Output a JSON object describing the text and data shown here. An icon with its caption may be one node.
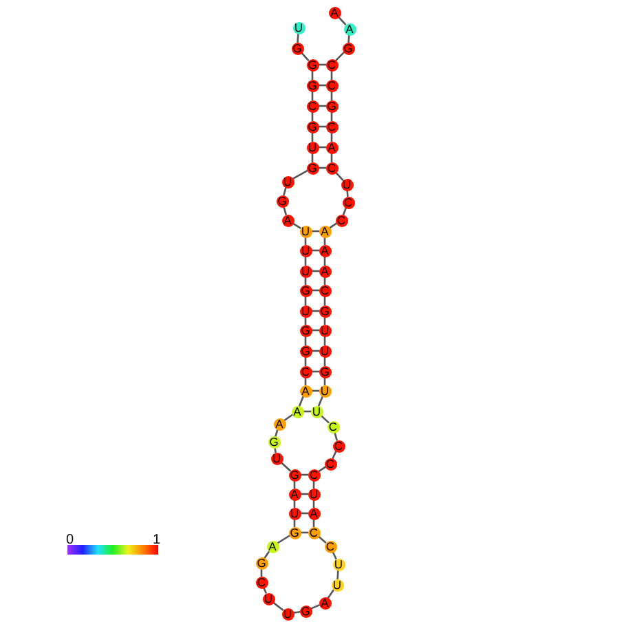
{
  "diagram": {
    "nodes": [
      {
        "text": [
          "U"
        ]
      },
      {
        "text": [
          "G"
        ]
      },
      {
        "text": [
          "G"
        ]
      },
      {
        "text": [
          "G"
        ]
      },
      {
        "text": [
          "C"
        ]
      },
      {
        "text": [
          "G"
        ]
      },
      {
        "text": [
          "U"
        ]
      },
      {
        "text": [
          "G"
        ]
      },
      {
        "text": [
          "U"
        ]
      },
      {
        "text": [
          "G"
        ]
      },
      {
        "text": [
          "A"
        ]
      },
      {
        "text": [
          "U"
        ]
      },
      {
        "text": [
          "U"
        ]
      },
      {
        "text": [
          "U"
        ]
      },
      {
        "text": [
          "G"
        ]
      },
      {
        "text": [
          "U"
        ]
      },
      {
        "text": [
          "G"
        ]
      },
      {
        "text": [
          "G"
        ]
      },
      {
        "text": [
          "C"
        ]
      },
      {
        "text": [
          "A"
        ]
      },
      {
        "text": [
          "A"
        ]
      },
      {
        "text": [
          "A"
        ]
      },
      {
        "text": [
          "G"
        ]
      },
      {
        "text": [
          "U"
        ]
      },
      {
        "text": [
          "G"
        ]
      },
      {
        "text": [
          "A"
        ]
      },
      {
        "text": [
          "U"
        ]
      },
      {
        "text": [
          "G"
        ]
      },
      {
        "text": [
          "A"
        ]
      },
      {
        "text": [
          "G"
        ]
      },
      {
        "text": [
          "C"
        ]
      },
      {
        "text": [
          "U"
        ]
      },
      {
        "text": [
          "U"
        ]
      },
      {
        "text": [
          "G"
        ]
      },
      {
        "text": [
          "A"
        ]
      },
      {
        "text": [
          "U"
        ]
      },
      {
        "text": [
          "U"
        ]
      },
      {
        "text": [
          "C"
        ]
      },
      {
        "text": [
          "C"
        ]
      },
      {
        "text": [
          "A"
        ]
      },
      {
        "text": [
          "U"
        ]
      },
      {
        "text": [
          "C"
        ]
      },
      {
        "text": [
          "C"
        ]
      },
      {
        "text": [
          "C"
        ]
      },
      {
        "text": [
          "C"
        ]
      },
      {
        "text": [
          "U"
        ]
      },
      {
        "text": [
          "U"
        ]
      },
      {
        "text": [
          "G"
        ]
      },
      {
        "text": [
          "U"
        ]
      },
      {
        "text": [
          "U"
        ]
      },
      {
        "text": [
          "G"
        ]
      },
      {
        "text": [
          "C"
        ]
      },
      {
        "text": [
          "A"
        ]
      },
      {
        "text": [
          "A"
        ]
      },
      {
        "text": [
          "A"
        ]
      },
      {
        "text": [
          "C"
        ]
      },
      {
        "text": [
          "C"
        ]
      },
      {
        "text": [
          "U"
        ]
      },
      {
        "text": [
          "C"
        ]
      },
      {
        "text": [
          "A"
        ]
      },
      {
        "text": [
          "C"
        ]
      },
      {
        "text": [
          "G"
        ]
      },
      {
        "text": [
          "C"
        ]
      },
      {
        "text": [
          "C"
        ]
      },
      {
        "text": [
          "G"
        ]
      },
      {
        "text": [
          "A"
        ]
      },
      {
        "text": [
          "A"
        ]
      }
    ],
    "edges": [
      {
        "from": 0,
        "to": 1,
        "arrow": "none"
      },
      {
        "from": 1,
        "to": 2,
        "arrow": "none"
      },
      {
        "from": 2,
        "to": 3,
        "arrow": "none"
      },
      {
        "from": 3,
        "to": 4,
        "arrow": "none"
      },
      {
        "from": 4,
        "to": 5,
        "arrow": "none"
      },
      {
        "from": 5,
        "to": 6,
        "arrow": "none"
      },
      {
        "from": 6,
        "to": 7,
        "arrow": "none"
      },
      {
        "from": 7,
        "to": 8,
        "arrow": "none"
      },
      {
        "from": 8,
        "to": 9,
        "arrow": "none"
      },
      {
        "from": 9,
        "to": 10,
        "arrow": "none"
      },
      {
        "from": 10,
        "to": 11,
        "arrow": "none"
      },
      {
        "from": 11,
        "to": 12,
        "arrow": "none"
      },
      {
        "from": 12,
        "to": 13,
        "arrow": "none"
      },
      {
        "from": 13,
        "to": 14,
        "arrow": "none"
      },
      {
        "from": 14,
        "to": 15,
        "arrow": "none"
      },
      {
        "from": 15,
        "to": 16,
        "arrow": "none"
      },
      {
        "from": 16,
        "to": 17,
        "arrow": "none"
      },
      {
        "from": 17,
        "to": 18,
        "arrow": "none"
      },
      {
        "from": 18,
        "to": 19,
        "arrow": "none"
      },
      {
        "from": 19,
        "to": 20,
        "arrow": "none"
      },
      {
        "from": 20,
        "to": 21,
        "arrow": "none"
      },
      {
        "from": 21,
        "to": 22,
        "arrow": "none"
      },
      {
        "from": 22,
        "to": 23,
        "arrow": "none"
      },
      {
        "from": 23,
        "to": 24,
        "arrow": "none"
      },
      {
        "from": 24,
        "to": 25,
        "arrow": "none"
      },
      {
        "from": 25,
        "to": 26,
        "arrow": "none"
      },
      {
        "from": 26,
        "to": 27,
        "arrow": "none"
      },
      {
        "from": 27,
        "to": 28,
        "arrow": "none"
      },
      {
        "from": 28,
        "to": 29,
        "arrow": "none"
      },
      {
        "from": 29,
        "to": 30,
        "arrow": "none"
      },
      {
        "from": 30,
        "to": 31,
        "arrow": "none"
      },
      {
        "from": 31,
        "to": 32,
        "arrow": "none"
      },
      {
        "from": 32,
        "to": 33,
        "arrow": "none"
      },
      {
        "from": 33,
        "to": 34,
        "arrow": "none"
      },
      {
        "from": 34,
        "to": 35,
        "arrow": "none"
      },
      {
        "from": 35,
        "to": 36,
        "arrow": "none"
      },
      {
        "from": 36,
        "to": 37,
        "arrow": "none"
      },
      {
        "from": 37,
        "to": 38,
        "arrow": "none"
      },
      {
        "from": 38,
        "to": 39,
        "arrow": "none"
      },
      {
        "from": 39,
        "to": 40,
        "arrow": "none"
      },
      {
        "from": 40,
        "to": 41,
        "arrow": "none"
      },
      {
        "from": 41,
        "to": 42,
        "arrow": "none"
      },
      {
        "from": 42,
        "to": 43,
        "arrow": "none"
      },
      {
        "from": 43,
        "to": 44,
        "arrow": "none"
      },
      {
        "from": 44,
        "to": 45,
        "arrow": "none"
      },
      {
        "from": 45,
        "to": 46,
        "arrow": "none"
      },
      {
        "from": 46,
        "to": 47,
        "arrow": "none"
      },
      {
        "from": 47,
        "to": 48,
        "arrow": "none"
      },
      {
        "from": 48,
        "to": 49,
        "arrow": "none"
      },
      {
        "from": 49,
        "to": 50,
        "arrow": "none"
      },
      {
        "from": 50,
        "to": 51,
        "arrow": "none"
      },
      {
        "from": 51,
        "to": 52,
        "arrow": "none"
      },
      {
        "from": 52,
        "to": 53,
        "arrow": "none"
      },
      {
        "from": 53,
        "to": 54,
        "arrow": "none"
      },
      {
        "from": 54,
        "to": 55,
        "arrow": "none"
      },
      {
        "from": 55,
        "to": 56,
        "arrow": "none"
      },
      {
        "from": 56,
        "to": 57,
        "arrow": "none"
      },
      {
        "from": 57,
        "to": 58,
        "arrow": "none"
      },
      {
        "from": 58,
        "to": 59,
        "arrow": "none"
      },
      {
        "from": 59,
        "to": 60,
        "arrow": "none"
      },
      {
        "from": 60,
        "to": 61,
        "arrow": "none"
      },
      {
        "from": 61,
        "to": 62,
        "arrow": "none"
      },
      {
        "from": 62,
        "to": 63,
        "arrow": "none"
      },
      {
        "from": 63,
        "to": 64,
        "arrow": "none"
      },
      {
        "from": 64,
        "to": 65,
        "arrow": "none"
      },
      {
        "from": 65,
        "to": 66,
        "arrow": "none"
      },
      {
        "from": 2,
        "to": 63,
        "arrow": "none"
      },
      {
        "from": 3,
        "to": 62,
        "arrow": "none"
      },
      {
        "from": 4,
        "to": 61,
        "arrow": "none"
      },
      {
        "from": 5,
        "to": 60,
        "arrow": "none"
      },
      {
        "from": 6,
        "to": 59,
        "arrow": "none"
      },
      {
        "from": 7,
        "to": 58,
        "arrow": "none"
      },
      {
        "from": 11,
        "to": 54,
        "arrow": "none"
      },
      {
        "from": 12,
        "to": 53,
        "arrow": "none"
      },
      {
        "from": 13,
        "to": 52,
        "arrow": "none"
      },
      {
        "from": 14,
        "to": 51,
        "arrow": "none"
      },
      {
        "from": 15,
        "to": 50,
        "arrow": "none"
      },
      {
        "from": 16,
        "to": 49,
        "arrow": "none"
      },
      {
        "from": 17,
        "to": 48,
        "arrow": "none"
      },
      {
        "from": 18,
        "to": 47,
        "arrow": "none"
      },
      {
        "from": 19,
        "to": 46,
        "arrow": "none"
      },
      {
        "from": 20,
        "to": 45,
        "arrow": "none"
      },
      {
        "from": 24,
        "to": 41,
        "arrow": "none"
      },
      {
        "from": 25,
        "to": 40,
        "arrow": "none"
      },
      {
        "from": 26,
        "to": 39,
        "arrow": "none"
      },
      {
        "from": 27,
        "to": 38,
        "arrow": "none"
      }
    ],
    "labels": [
      "0",
      "1"
    ]
  }
}
